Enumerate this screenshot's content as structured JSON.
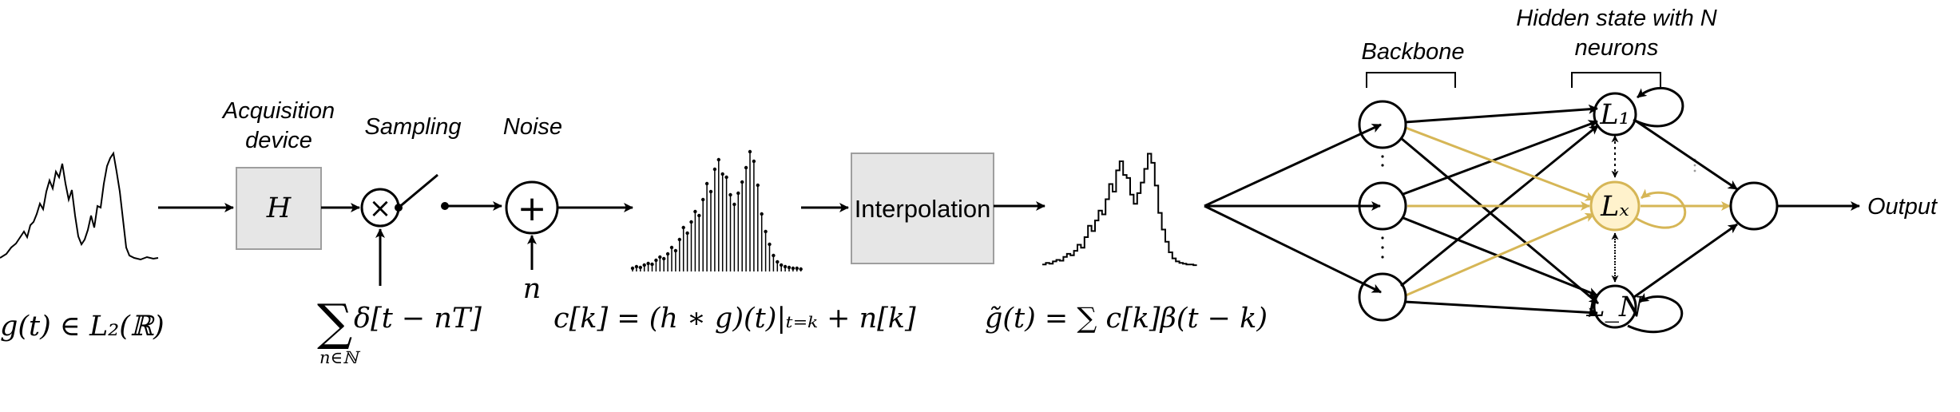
{
  "labels": {
    "acquisition_line1": "Acquisition",
    "acquisition_line2": "device",
    "sampling": "Sampling",
    "noise": "Noise",
    "backbone": "Backbone",
    "hidden_line1": "Hidden state with N",
    "hidden_line2": "neurons",
    "output": "Output",
    "interpolation": "Interpolation"
  },
  "symbols": {
    "H": "H",
    "times": "×",
    "plus": "+",
    "n": "n",
    "L1": "L₁",
    "Lx": "Lₓ",
    "LN": "L_N"
  },
  "equations": {
    "signal": "g(t) ∈ L₂(ℝ)",
    "comb_sum": "∑",
    "comb": "δ[t − nT]",
    "comb_sub": "n∈ℕ",
    "samples": "c[k] = (h ∗ g)(t)|ₜ₌ₖ + n[k]",
    "interp": "g̃(t) = ∑ c[k]β(t − k)"
  },
  "colors": {
    "block_fill": "#e6e6e6",
    "block_stroke": "#9e9e9e",
    "gold": "#d6b656",
    "gold_fill": "#fff2cc"
  }
}
